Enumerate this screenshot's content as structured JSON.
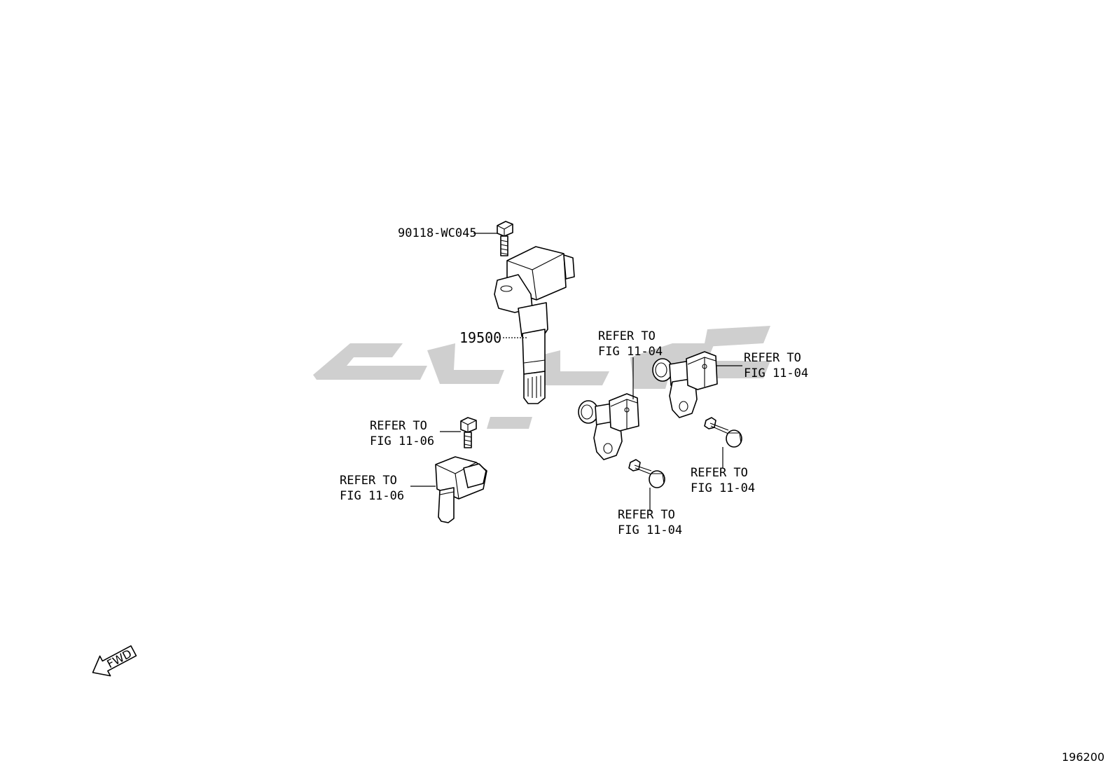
{
  "watermark": {
    "color": "#c9c9c9",
    "description_icon": "watermark-logo"
  },
  "callouts": {
    "bolt_top": "90118-WC045",
    "coil": "19500",
    "bolt_left": {
      "line1": "REFER TO",
      "line2": "FIG 11-06"
    },
    "sensor_left": {
      "line1": "REFER TO",
      "line2": "FIG 11-06"
    },
    "sensor_mid": {
      "line1": "REFER TO",
      "line2": "FIG 11-04"
    },
    "sensor_right": {
      "line1": "REFER TO",
      "line2": "FIG 11-04"
    },
    "bolt_mid": {
      "line1": "REFER TO",
      "line2": "FIG 11-04"
    },
    "bolt_right": {
      "line1": "REFER TO",
      "line2": "FIG 11-04"
    }
  },
  "fwd_label": "FWD",
  "figure_number": "196200"
}
